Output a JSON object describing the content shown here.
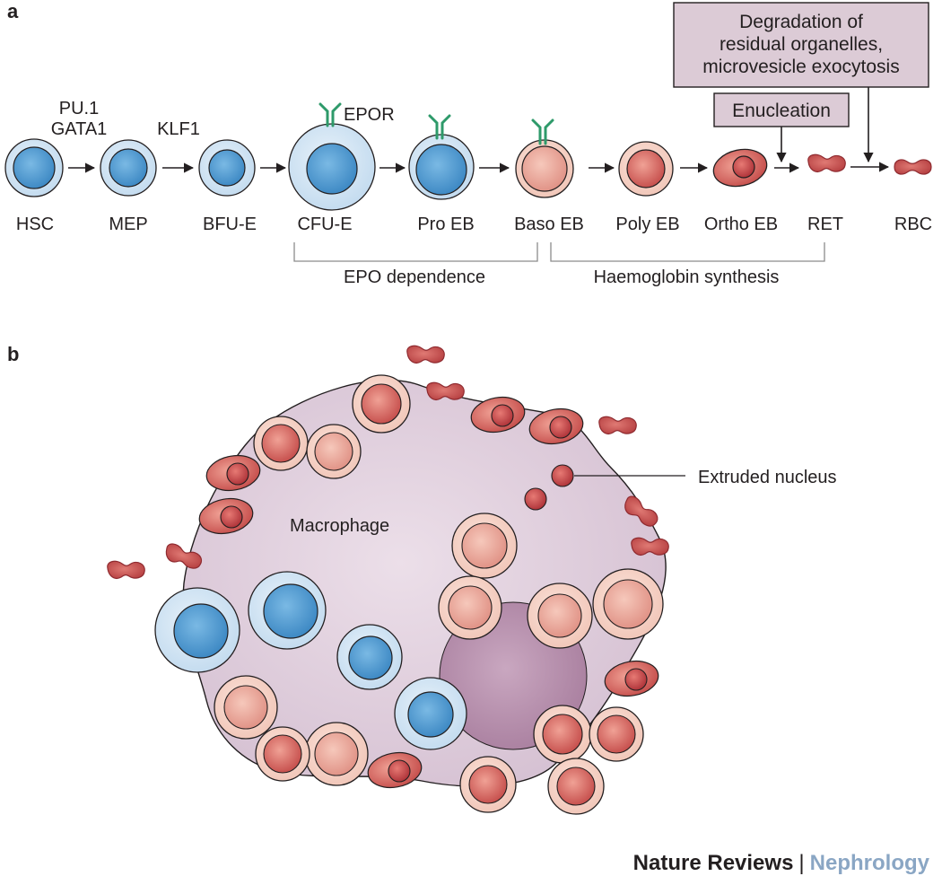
{
  "panel_a": {
    "letter": "a",
    "stages": [
      "HSC",
      "MEP",
      "BFU-E",
      "CFU-E",
      "Pro EB",
      "Baso EB",
      "Poly EB",
      "Ortho EB",
      "RET",
      "RBC"
    ],
    "factors": {
      "line1": "PU.1",
      "line2": "GATA1",
      "klf1": "KLF1"
    },
    "receptor_label": "EPOR",
    "enucleation_box": "Enucleation",
    "degradation_box": [
      "Degradation of",
      "residual organelles,",
      "microvesicle exocytosis"
    ],
    "bracket_epo": "EPO dependence",
    "bracket_hb": "Haemoglobin synthesis"
  },
  "panel_b": {
    "letter": "b",
    "macrophage_label": "Macrophage",
    "nucleus_label": "Extruded nucleus"
  },
  "footer": {
    "publisher": "Nature Reviews",
    "separator": "|",
    "journal": "Nephrology"
  },
  "colors": {
    "blue_nucleus": "#4a96cf",
    "blue_cytoplasm": "#d3e5f3",
    "pink_cytoplasm": "#f3cbbf",
    "red_cell": "#c8504f",
    "macrophage": "#ddc9d9",
    "receptor": "#2e9a6a",
    "box_fill": "#dccbd6"
  }
}
